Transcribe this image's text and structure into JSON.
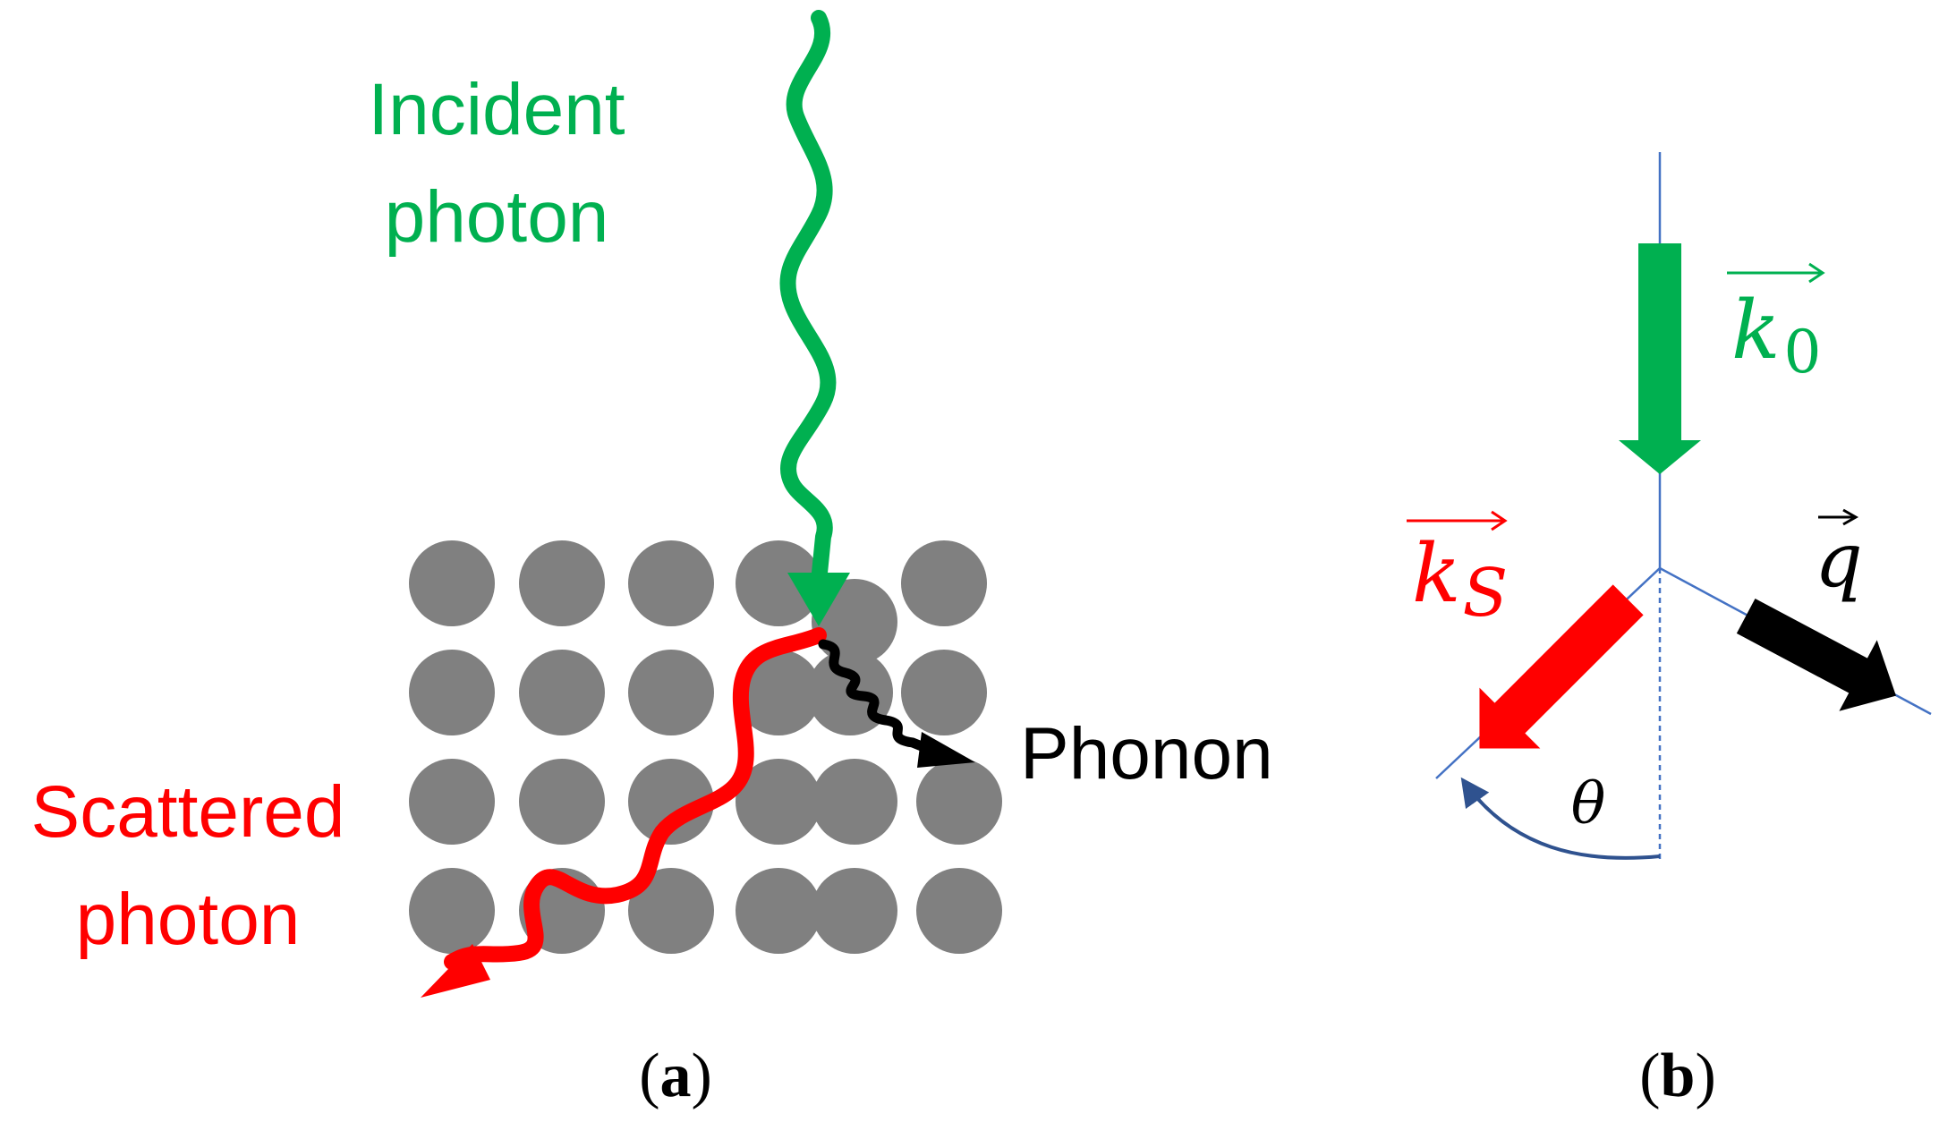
{
  "panel_a": {
    "incident_label_line1": "Incident",
    "incident_label_line2": "photon",
    "scattered_label_line1": "Scattered",
    "scattered_label_line2": "photon",
    "phonon_label": "Phonon",
    "caption_open": "(",
    "caption_letter": "a",
    "caption_close": ")",
    "lattice": {
      "rows": 4,
      "cols": 6
    }
  },
  "panel_b": {
    "k0_symbol": "k",
    "k0_subscript": "0",
    "ks_symbol": "k",
    "ks_subscript": "S",
    "q_symbol": "q",
    "angle_symbol": "θ",
    "caption_open": "(",
    "caption_letter": "b",
    "caption_close": ")"
  },
  "colors": {
    "incident": "#00b050",
    "scattered": "#ff0000",
    "phonon": "#000000",
    "atom": "#808080",
    "axis_line": "#4472c4",
    "angle_arc": "#2f528f"
  }
}
